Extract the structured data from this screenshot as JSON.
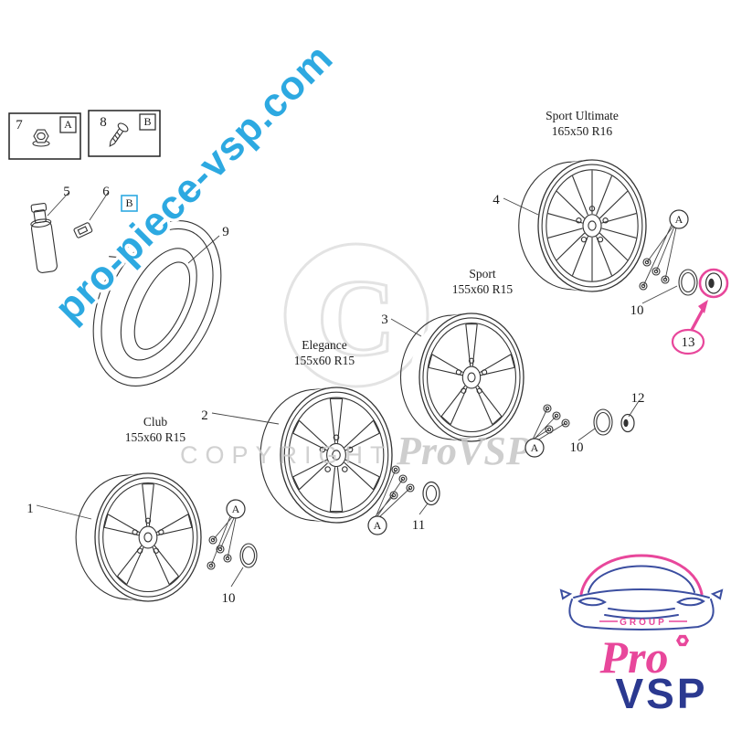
{
  "watermarks": {
    "diagonal": "pro-piece-vsp.com",
    "copyright": "COPYRIGHT",
    "script": "ProVSP",
    "big_c": "C"
  },
  "legend": {
    "item7": {
      "num": "7",
      "badge": "A"
    },
    "item8": {
      "num": "8",
      "badge": "B"
    }
  },
  "loose_badge_b": "B",
  "parts": {
    "five": "5",
    "six": "6",
    "nine": "9",
    "ten": "10",
    "eleven": "11",
    "twelve": "12",
    "thirteen": "13"
  },
  "callout_a": "A",
  "wheels": [
    {
      "num": "1",
      "name": "Club",
      "size": "155x60 R15"
    },
    {
      "num": "2",
      "name": "Elegance",
      "size": "155x60 R15"
    },
    {
      "num": "3",
      "name": "Sport",
      "size": "155x60 R15"
    },
    {
      "num": "4",
      "name": "Sport Ultimate",
      "size": "165x50 R16"
    }
  ],
  "logo": {
    "group": "GROUP",
    "pro": "Pro",
    "vsp": "VSP"
  },
  "colors": {
    "watermark_blue": "#2da9e1",
    "highlight_pink": "#e8479b",
    "logo_blue": "#2b3990",
    "line_ink": "#333333",
    "watermark_gray": "#c9c9c9"
  }
}
